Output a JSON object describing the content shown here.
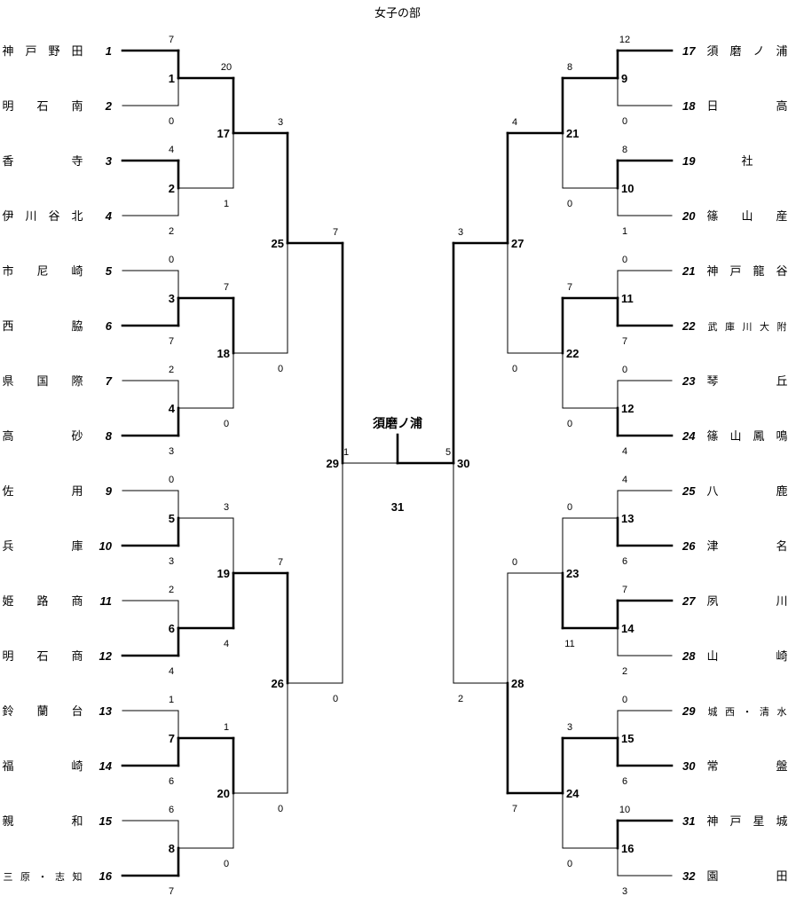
{
  "title": "女子の部",
  "champion": "須磨ノ浦",
  "final_game": "31",
  "left_teams": [
    {
      "seed": "1",
      "chars": [
        "神",
        "戸",
        "野",
        "田"
      ]
    },
    {
      "seed": "2",
      "chars": [
        "明",
        "石",
        "南"
      ]
    },
    {
      "seed": "3",
      "chars": [
        "香",
        "寺"
      ]
    },
    {
      "seed": "4",
      "chars": [
        "伊",
        "川",
        "谷",
        "北"
      ]
    },
    {
      "seed": "5",
      "chars": [
        "市",
        "尼",
        "崎"
      ]
    },
    {
      "seed": "6",
      "chars": [
        "西",
        "脇"
      ]
    },
    {
      "seed": "7",
      "chars": [
        "県",
        "国",
        "際"
      ]
    },
    {
      "seed": "8",
      "chars": [
        "高",
        "砂"
      ]
    },
    {
      "seed": "9",
      "chars": [
        "佐",
        "用"
      ]
    },
    {
      "seed": "10",
      "chars": [
        "兵",
        "庫"
      ]
    },
    {
      "seed": "11",
      "chars": [
        "姫",
        "路",
        "商"
      ]
    },
    {
      "seed": "12",
      "chars": [
        "明",
        "石",
        "商"
      ]
    },
    {
      "seed": "13",
      "chars": [
        "鈴",
        "蘭",
        "台"
      ]
    },
    {
      "seed": "14",
      "chars": [
        "福",
        "崎"
      ]
    },
    {
      "seed": "15",
      "chars": [
        "親",
        "和"
      ]
    },
    {
      "seed": "16",
      "chars": [
        "三",
        "原",
        "・",
        "志",
        "知"
      ]
    }
  ],
  "right_teams": [
    {
      "seed": "17",
      "chars": [
        "須",
        "磨",
        "ノ",
        "浦"
      ]
    },
    {
      "seed": "18",
      "chars": [
        "日",
        "高"
      ]
    },
    {
      "seed": "19",
      "chars": [
        "社"
      ]
    },
    {
      "seed": "20",
      "chars": [
        "篠",
        "山",
        "産"
      ]
    },
    {
      "seed": "21",
      "chars": [
        "神",
        "戸",
        "龍",
        "谷"
      ]
    },
    {
      "seed": "22",
      "chars": [
        "武",
        "庫",
        "川",
        "大",
        "附"
      ]
    },
    {
      "seed": "23",
      "chars": [
        "琴",
        "丘"
      ]
    },
    {
      "seed": "24",
      "chars": [
        "篠",
        "山",
        "鳳",
        "鳴"
      ]
    },
    {
      "seed": "25",
      "chars": [
        "八",
        "鹿"
      ]
    },
    {
      "seed": "26",
      "chars": [
        "津",
        "名"
      ]
    },
    {
      "seed": "27",
      "chars": [
        "夙",
        "川"
      ]
    },
    {
      "seed": "28",
      "chars": [
        "山",
        "崎"
      ]
    },
    {
      "seed": "29",
      "chars": [
        "城",
        "西",
        "・",
        "清",
        "水"
      ]
    },
    {
      "seed": "30",
      "chars": [
        "常",
        "盤"
      ]
    },
    {
      "seed": "31",
      "chars": [
        "神",
        "戸",
        "星",
        "城"
      ]
    },
    {
      "seed": "32",
      "chars": [
        "園",
        "田"
      ]
    }
  ],
  "left_r1": [
    {
      "game": "1",
      "top": "7",
      "bottom": "0",
      "winner": "top"
    },
    {
      "game": "2",
      "top": "4",
      "bottom": "2",
      "winner": "top"
    },
    {
      "game": "3",
      "top": "0",
      "bottom": "7",
      "winner": "bottom"
    },
    {
      "game": "4",
      "top": "2",
      "bottom": "3",
      "winner": "bottom"
    },
    {
      "game": "5",
      "top": "0",
      "bottom": "3",
      "winner": "bottom"
    },
    {
      "game": "6",
      "top": "2",
      "bottom": "4",
      "winner": "bottom"
    },
    {
      "game": "7",
      "top": "1",
      "bottom": "6",
      "winner": "bottom"
    },
    {
      "game": "8",
      "top": "6",
      "bottom": "7",
      "winner": "bottom"
    }
  ],
  "left_r2": [
    {
      "game": "17",
      "top": "20",
      "bottom": "1",
      "winner": "top"
    },
    {
      "game": "18",
      "top": "7",
      "bottom": "0",
      "winner": "top"
    },
    {
      "game": "19",
      "top": "3",
      "bottom": "4",
      "winner": "bottom"
    },
    {
      "game": "20",
      "top": "1",
      "bottom": "0",
      "winner": "top"
    }
  ],
  "left_r3": [
    {
      "game": "25",
      "top": "3",
      "bottom": "0",
      "winner": "top"
    },
    {
      "game": "26",
      "top": "7",
      "bottom": "0",
      "winner": "top"
    }
  ],
  "left_r4": {
    "game": "29",
    "top": "7",
    "bottom": "0",
    "winner": "top"
  },
  "right_r1": [
    {
      "game": "9",
      "top": "12",
      "bottom": "0",
      "winner": "top"
    },
    {
      "game": "10",
      "top": "8",
      "bottom": "1",
      "winner": "top"
    },
    {
      "game": "11",
      "top": "0",
      "bottom": "7",
      "winner": "bottom"
    },
    {
      "game": "12",
      "top": "0",
      "bottom": "4",
      "winner": "bottom"
    },
    {
      "game": "13",
      "top": "4",
      "bottom": "6",
      "winner": "bottom"
    },
    {
      "game": "14",
      "top": "7",
      "bottom": "2",
      "winner": "top"
    },
    {
      "game": "15",
      "top": "0",
      "bottom": "6",
      "winner": "bottom"
    },
    {
      "game": "16",
      "top": "10",
      "bottom": "3",
      "winner": "top"
    }
  ],
  "right_r2": [
    {
      "game": "21",
      "top": "8",
      "bottom": "0",
      "winner": "top"
    },
    {
      "game": "22",
      "top": "7",
      "bottom": "0",
      "winner": "top"
    },
    {
      "game": "23",
      "top": "0",
      "bottom": "11",
      "winner": "bottom"
    },
    {
      "game": "24",
      "top": "3",
      "bottom": "0",
      "winner": "top"
    }
  ],
  "right_r3": [
    {
      "game": "27",
      "top": "4",
      "bottom": "0",
      "winner": "top"
    },
    {
      "game": "28",
      "top": "0",
      "bottom": "7",
      "winner": "bottom"
    }
  ],
  "right_r4": {
    "game": "30",
    "top": "3",
    "bottom": "2",
    "winner": "top"
  },
  "final_scores": {
    "left": "1",
    "right": "5"
  }
}
